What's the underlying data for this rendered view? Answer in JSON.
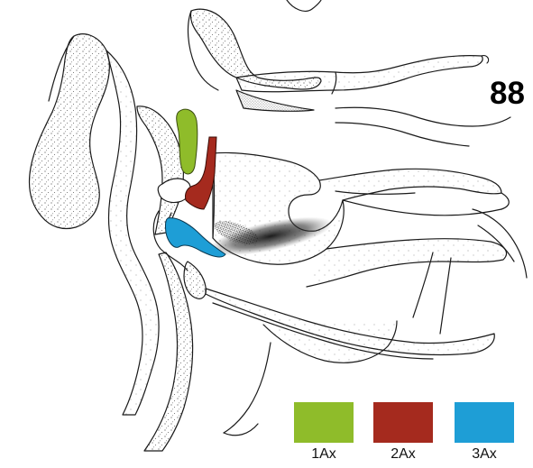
{
  "figure": {
    "number": "88"
  },
  "sclerites": [
    {
      "label": "1Ax",
      "color": "#8fbc2a"
    },
    {
      "label": "2Ax",
      "color": "#a52a1e"
    },
    {
      "label": "3Ax",
      "color": "#1e9ed6"
    }
  ],
  "drawing_style": {
    "line_color": "#1a1a1a",
    "stipple_color": "#4a4a4a"
  }
}
